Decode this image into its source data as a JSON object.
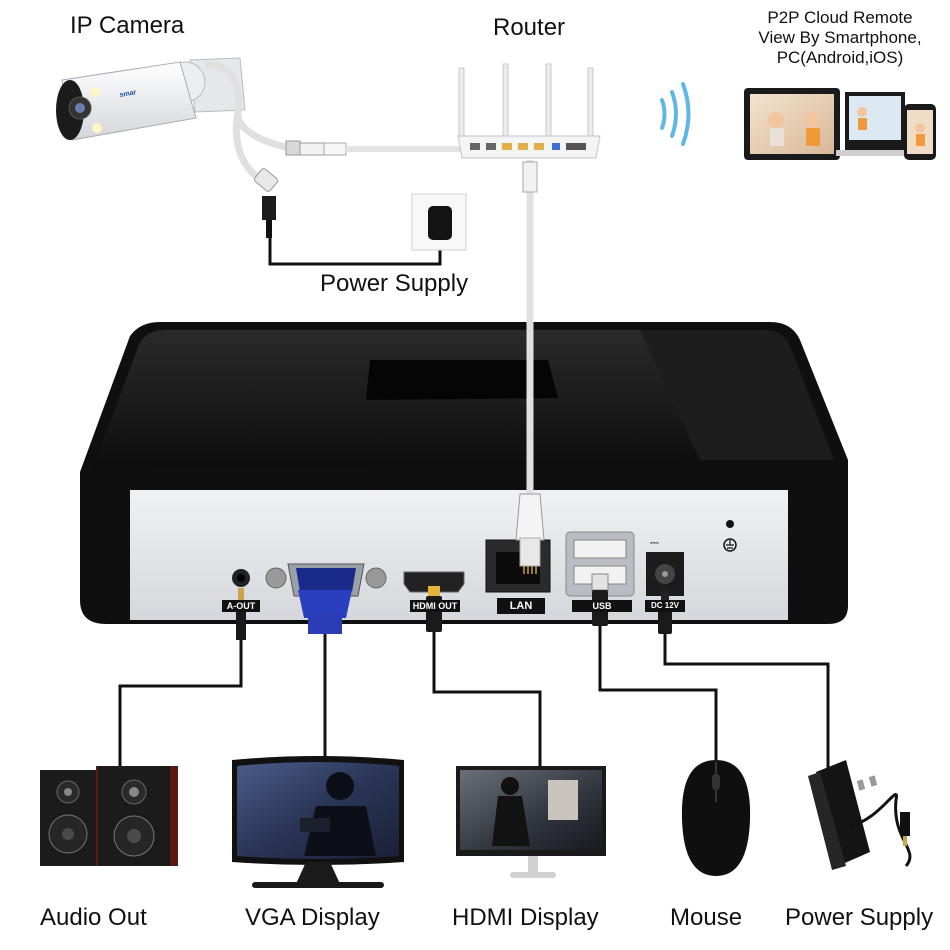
{
  "labels": {
    "ip_camera": "IP Camera",
    "router": "Router",
    "p2p_line1": "P2P Cloud Remote",
    "p2p_line2": "View By Smartphone,",
    "p2p_line3": "PC(Android,iOS)",
    "power_supply_top": "Power Supply",
    "audio_out": "Audio Out",
    "vga_display": "VGA Display",
    "hdmi_display": "HDMI Display",
    "mouse": "Mouse",
    "power_supply_bottom": "Power Supply"
  },
  "ports": {
    "audio": "A-OUT",
    "hdmi": "HDMI OUT",
    "lan": "LAN",
    "usb": "USB",
    "dc": "DC 12V"
  },
  "camera_brand": "smar",
  "colors": {
    "nvr_body": "#141414",
    "nvr_panel": "#e4e5e9",
    "cable_white": "#e8e8e8",
    "cable_black": "#111111",
    "wifi": "#5fb7e8",
    "vga_connector": "#2b3db5",
    "hdmi_connector": "#e3b33a"
  }
}
